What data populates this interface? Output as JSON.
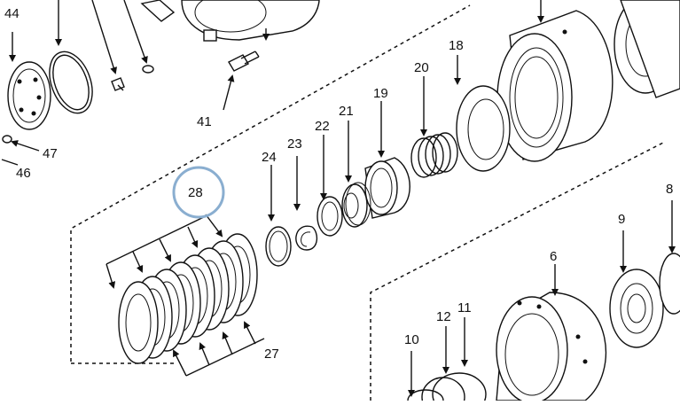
{
  "diagram": {
    "labels": {
      "l44": "44",
      "l41": "41",
      "l47": "47",
      "l46": "46",
      "l28": "28",
      "l27": "27",
      "l24": "24",
      "l23": "23",
      "l22": "22",
      "l21": "21",
      "l19": "19",
      "l20": "20",
      "l18": "18",
      "l9": "9",
      "l8": "8",
      "l6": "6",
      "l10": "10",
      "l12": "12",
      "l11": "11"
    },
    "highlight": {
      "color": "#8aaed0",
      "target": "28"
    }
  }
}
